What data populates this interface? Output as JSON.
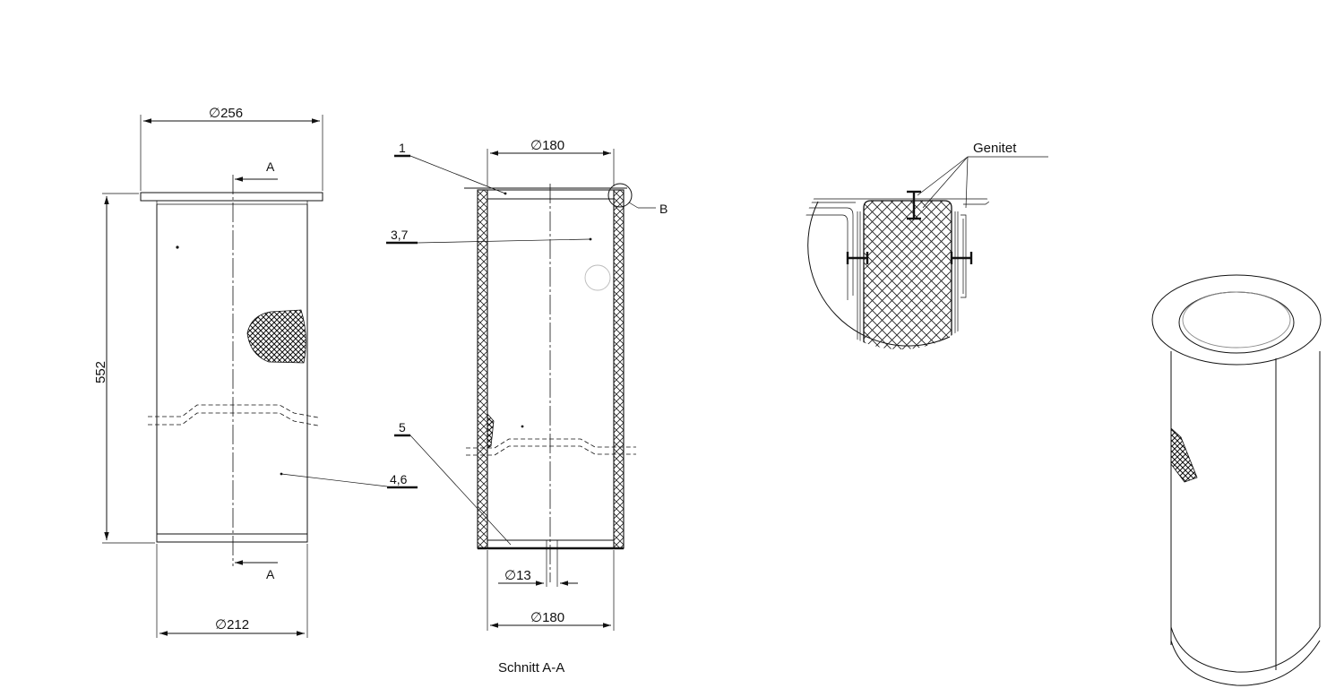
{
  "front_view": {
    "dia_top": "∅256",
    "dia_bottom": "∅212",
    "height": "552",
    "section_mark_top": "A",
    "section_mark_bottom": "A",
    "callout_4_6": "4,6"
  },
  "section_view": {
    "dia_top": "∅180",
    "dia_bottom": "∅180",
    "dia_hole": "∅13",
    "callout_1": "1",
    "callout_3_7": "3,7",
    "callout_5": "5",
    "detail_ref": "B",
    "caption": "Schnitt A-A"
  },
  "detail_view": {
    "rivet_label": "Genitet"
  },
  "iso_view": {}
}
